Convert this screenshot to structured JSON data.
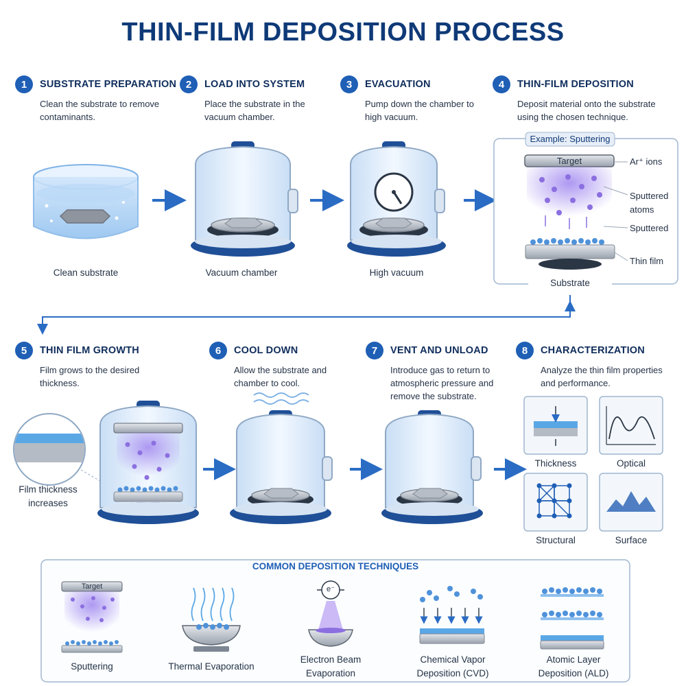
{
  "title": "THIN-FILM DEPOSITION PROCESS",
  "steps": [
    {
      "num": "1",
      "title": "SUBSTRATE PREPARATION",
      "desc": "Clean the substrate to remove contaminants.",
      "caption": "Clean substrate"
    },
    {
      "num": "2",
      "title": "LOAD INTO SYSTEM",
      "desc": "Place the substrate in the vacuum chamber.",
      "caption": "Vacuum chamber"
    },
    {
      "num": "3",
      "title": "EVACUATION",
      "desc": "Pump down the chamber to high vacuum.",
      "caption": "High vacuum"
    },
    {
      "num": "4",
      "title": "THIN-FILM DEPOSITION",
      "desc": "Deposit material onto the substrate using the chosen technique.",
      "caption": "Substrate"
    },
    {
      "num": "5",
      "title": "THIN FILM GROWTH",
      "desc": "Film grows to the desired thickness.",
      "caption": "Film thickness increases"
    },
    {
      "num": "6",
      "title": "COOL DOWN",
      "desc": "Allow the substrate and chamber to cool.",
      "caption": ""
    },
    {
      "num": "7",
      "title": "VENT AND UNLOAD",
      "desc": "Introduce gas to return to atmospheric pressure and remove the substrate.",
      "caption": ""
    },
    {
      "num": "8",
      "title": "CHARACTERIZATION",
      "desc": "Analyze the thin film properties and performance.",
      "caption": ""
    }
  ],
  "sputter_example": {
    "title": "Example: Sputtering",
    "target": "Target",
    "labels": [
      "Ar⁺ ions",
      "Sputtered atoms",
      "Sputtered",
      "Thin film"
    ]
  },
  "characterization": [
    "Thickness",
    "Optical",
    "Structural",
    "Surface"
  ],
  "techniques": {
    "title": "COMMON DEPOSITION TECHNIQUES",
    "target_label": "Target",
    "electron_label": "e⁻",
    "items": [
      "Sputtering",
      "Thermal Evaporation",
      "Electron Beam Evaporation",
      "Chemical Vapor Deposition (CVD)",
      "Atomic Layer Deposition (ALD)"
    ]
  },
  "colors": {
    "accent": "#1f5fb5",
    "title": "#0f3a78",
    "glass": "#dcebfb",
    "plasma": "#8b6fe0",
    "film": "#5aa7e6"
  }
}
